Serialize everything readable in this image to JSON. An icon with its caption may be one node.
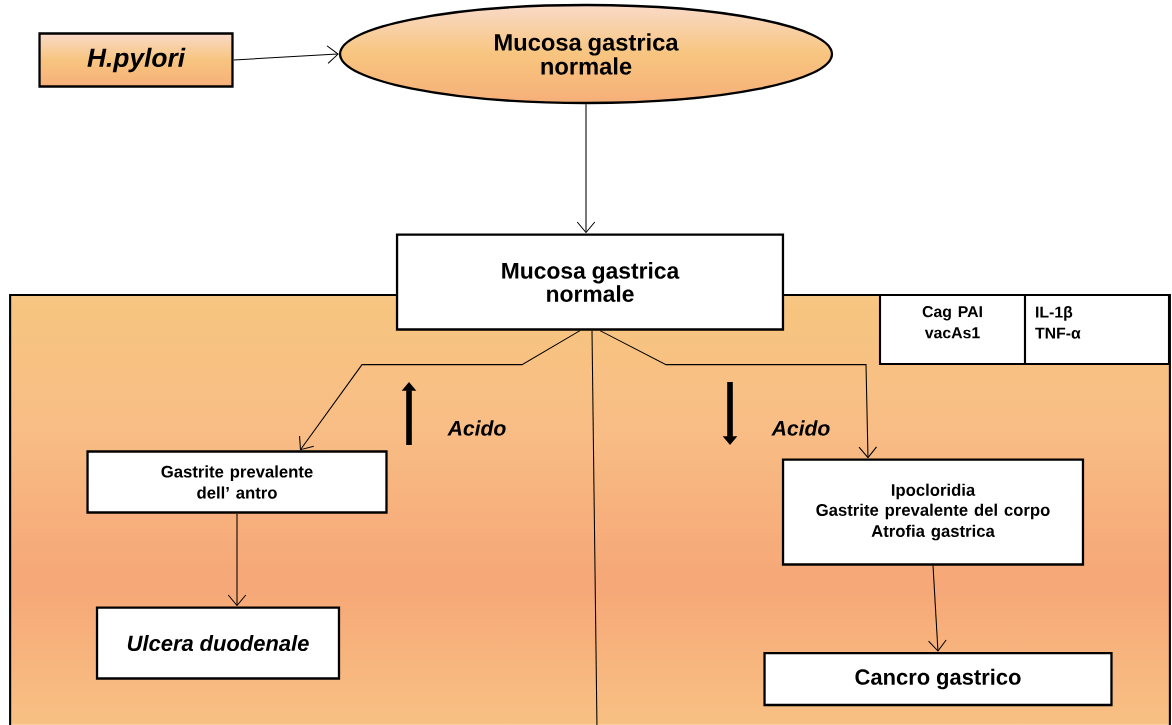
{
  "diagram": {
    "nodes": [
      {
        "text": [
          "H.pylori"
        ]
      },
      {
        "text": [
          "Mucosa  gastrica normale"
        ]
      },
      {
        "text": [],
        "shape": "box"
      },
      {
        "text": [
          "Mucosa gastrica normale"
        ]
      },
      {
        "text": [
          "Gastrite prevalente dell’ antro"
        ],
        "in": 2
      },
      {
        "text": [
          "Ulcera duodenale"
        ],
        "in": 2
      },
      {
        "text": [
          "Ipocloridia",
          "Gastrite prevalente del corpo",
          "Atrofia gastrica"
        ],
        "in": 2
      },
      {
        "text": [
          "Cancro  gastrico"
        ],
        "in": 2
      }
    ],
    "edges": [
      {
        "from": 0,
        "to": 1,
        "arrow": "to"
      },
      {
        "from": 1,
        "to": 3,
        "arrow": "to"
      },
      {
        "from": 3,
        "to": 4,
        "arrow": "to"
      },
      {
        "from": 3,
        "to": 6,
        "arrow": "to"
      },
      {
        "from": 4,
        "to": 5,
        "arrow": "to"
      },
      {
        "from": 6,
        "to": 7,
        "arrow": "to"
      }
    ],
    "labels": [
      "Cag PAI vacAs1",
      "IL-1β TNF-α",
      "Acido",
      "Acido"
    ]
  }
}
